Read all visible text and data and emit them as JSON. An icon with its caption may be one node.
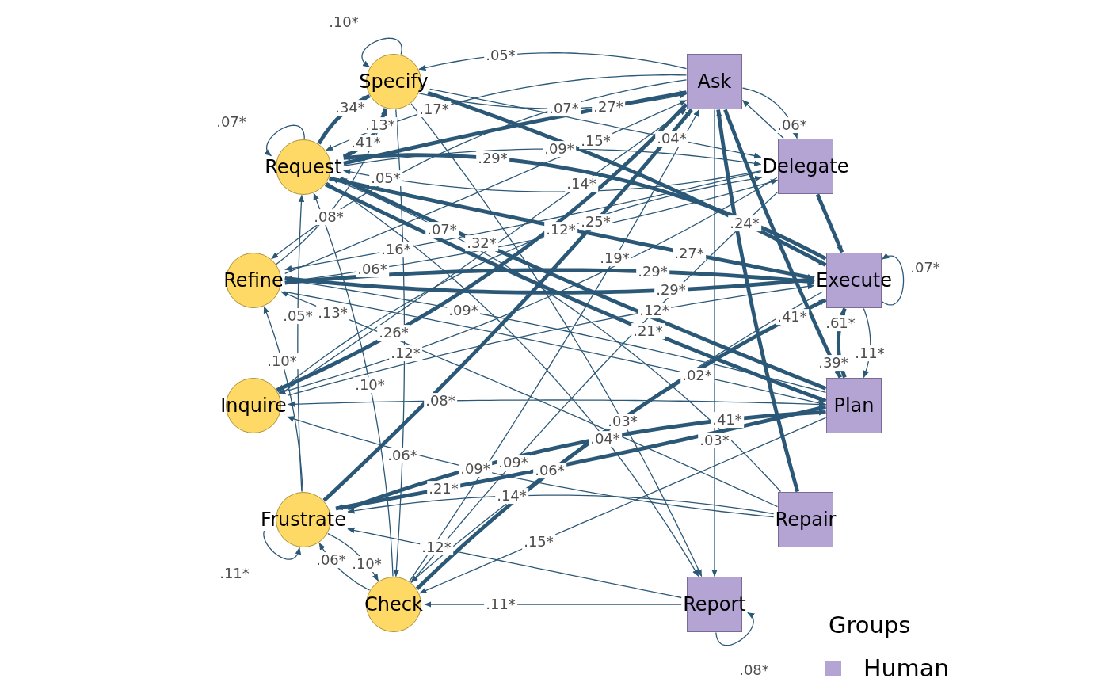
{
  "diagram": {
    "nodes": [
      {
        "text": [
          "Specify"
        ]
      },
      {
        "text": [
          "Ask"
        ]
      },
      {
        "text": [
          "Request"
        ]
      },
      {
        "text": [
          "Delegate"
        ]
      },
      {
        "text": [
          "Refine"
        ]
      },
      {
        "text": [
          "Execute"
        ]
      },
      {
        "text": [
          "Inquire"
        ]
      },
      {
        "text": [
          "Plan"
        ]
      },
      {
        "text": [
          "Frustrate"
        ]
      },
      {
        "text": [
          "Repair"
        ]
      },
      {
        "text": [
          "Check"
        ]
      },
      {
        "text": [
          "Report"
        ]
      }
    ],
    "edges": [
      {
        "from": 0,
        "to": 0,
        "arrow": "to",
        "label": ".10*"
      },
      {
        "from": 1,
        "to": 0,
        "arrow": "to",
        "label": ".05*"
      },
      {
        "from": 2,
        "to": 0,
        "arrow": "to",
        "label": ".34*",
        "style": "thick"
      },
      {
        "from": 1,
        "to": 2,
        "arrow": "to",
        "label": ".17*"
      },
      {
        "from": 0,
        "to": 1,
        "arrow": "to",
        "label": ".07*"
      },
      {
        "from": 2,
        "to": 1,
        "arrow": "to",
        "label": ".27*",
        "style": "thick"
      },
      {
        "from": 2,
        "to": 2,
        "arrow": "to",
        "label": ".07*"
      },
      {
        "from": 4,
        "to": 0,
        "arrow": "to",
        "label": ".13*"
      },
      {
        "from": 0,
        "to": 2,
        "arrow": "to",
        "label": ".41*",
        "style": "thick"
      },
      {
        "from": 2,
        "to": 3,
        "arrow": "to",
        "label": ".09*"
      },
      {
        "from": 4,
        "to": 1,
        "arrow": "to",
        "label": ".15*"
      },
      {
        "from": 0,
        "to": 3,
        "arrow": "to",
        "label": ".04*"
      },
      {
        "from": 1,
        "to": 3,
        "arrow": "to",
        "label": ".06*"
      },
      {
        "from": 5,
        "to": 2,
        "arrow": "to",
        "label": ".29*",
        "style": "thick"
      },
      {
        "from": 3,
        "to": 2,
        "arrow": "to",
        "label": ".05*"
      },
      {
        "from": 6,
        "to": 1,
        "arrow": "to",
        "label": ".14*"
      },
      {
        "from": 1,
        "to": 4,
        "arrow": "to",
        "label": ".08*"
      },
      {
        "from": 6,
        "to": 3,
        "arrow": "to",
        "label": ".12*"
      },
      {
        "from": 8,
        "to": 1,
        "arrow": "to",
        "label": ".25*",
        "style": "thick"
      },
      {
        "from": 0,
        "to": 5,
        "arrow": "to",
        "label": ".24*",
        "style": "thick"
      },
      {
        "from": 9,
        "to": 2,
        "arrow": "to",
        "label": ".07*"
      },
      {
        "from": 7,
        "to": 2,
        "arrow": "to",
        "label": ".32*",
        "style": "thick"
      },
      {
        "from": 3,
        "to": 4,
        "arrow": "to",
        "label": ".16*"
      },
      {
        "from": 2,
        "to": 5,
        "arrow": "to",
        "label": ".27*",
        "style": "thick"
      },
      {
        "from": 4,
        "to": 3,
        "arrow": "to",
        "label": ".06*"
      },
      {
        "from": 9,
        "to": 4,
        "arrow": "to",
        "label": ".13*"
      },
      {
        "from": 10,
        "to": 1,
        "arrow": "to",
        "label": ".19*"
      },
      {
        "from": 4,
        "to": 5,
        "arrow": "to",
        "label": ".29*",
        "style": "thick"
      },
      {
        "from": 5,
        "to": 5,
        "arrow": "to",
        "label": ".07*"
      },
      {
        "from": 5,
        "to": 4,
        "arrow": "to",
        "label": ".29*",
        "style": "thick"
      },
      {
        "from": 10,
        "to": 5,
        "arrow": "to",
        "label": ".41*",
        "style": "thick"
      },
      {
        "from": 8,
        "to": 2,
        "arrow": "to",
        "label": ".05*"
      },
      {
        "from": 7,
        "to": 4,
        "arrow": "to",
        "label": ".09*"
      },
      {
        "from": 6,
        "to": 5,
        "arrow": "to",
        "label": ".12*"
      },
      {
        "from": 2,
        "to": 7,
        "arrow": "to",
        "label": ".21*",
        "style": "thick"
      },
      {
        "from": 4,
        "to": 7,
        "arrow": "to",
        "label": ".02*"
      },
      {
        "from": 7,
        "to": 5,
        "arrow": "to",
        "label": ".61*",
        "style": "thick"
      },
      {
        "from": 1,
        "to": 6,
        "arrow": "to",
        "label": ".26*",
        "style": "thick"
      },
      {
        "from": 3,
        "to": 6,
        "arrow": "to",
        "label": ".12*"
      },
      {
        "from": 5,
        "to": 7,
        "arrow": "to",
        "label": ".11*"
      },
      {
        "from": 1,
        "to": 7,
        "arrow": "to",
        "label": ".39*",
        "style": "thick"
      },
      {
        "from": 8,
        "to": 4,
        "arrow": "to",
        "label": ".10*"
      },
      {
        "from": 10,
        "to": 2,
        "arrow": "to",
        "label": ".10*"
      },
      {
        "from": 7,
        "to": 6,
        "arrow": "to",
        "label": ".08*"
      },
      {
        "from": 9,
        "to": 6,
        "arrow": "to",
        "label": ".09*"
      },
      {
        "from": 0,
        "to": 11,
        "arrow": "to",
        "label": ".03*"
      },
      {
        "from": 2,
        "to": 11,
        "arrow": "to",
        "label": ".04*"
      },
      {
        "from": 8,
        "to": 7,
        "arrow": "to",
        "label": ".41*",
        "style": "thick"
      },
      {
        "from": 1,
        "to": 11,
        "arrow": "to",
        "label": ".03*"
      },
      {
        "from": 0,
        "to": 10,
        "arrow": "to",
        "label": ".06*"
      },
      {
        "from": 3,
        "to": 10,
        "arrow": "to",
        "label": ".09*"
      },
      {
        "from": 5,
        "to": 10,
        "arrow": "to",
        "label": ".06*"
      },
      {
        "from": 7,
        "to": 8,
        "arrow": "to",
        "label": ".21*",
        "style": "thick"
      },
      {
        "from": 9,
        "to": 8,
        "arrow": "to",
        "label": ".14*"
      },
      {
        "from": 11,
        "to": 8,
        "arrow": "to",
        "label": ".12*"
      },
      {
        "from": 7,
        "to": 10,
        "arrow": "to",
        "label": ".15*"
      },
      {
        "from": 8,
        "to": 8,
        "arrow": "to",
        "label": ".11*"
      },
      {
        "from": 10,
        "to": 8,
        "arrow": "to",
        "label": ".06*"
      },
      {
        "from": 8,
        "to": 10,
        "arrow": "to",
        "label": ".10*"
      },
      {
        "from": 11,
        "to": 10,
        "arrow": "to",
        "label": ".11*"
      },
      {
        "from": 11,
        "to": 11,
        "arrow": "to",
        "label": ".08*"
      },
      {
        "from": 9,
        "to": 1,
        "arrow": "to",
        "style": "thick"
      },
      {
        "from": 3,
        "to": 1,
        "arrow": "to"
      },
      {
        "from": 3,
        "to": 5,
        "arrow": "to",
        "style": "thick"
      }
    ],
    "labels": [
      "Groups"
    ],
    "legend": [
      {
        "text": "Human",
        "color": "#b3a4d4"
      }
    ]
  }
}
